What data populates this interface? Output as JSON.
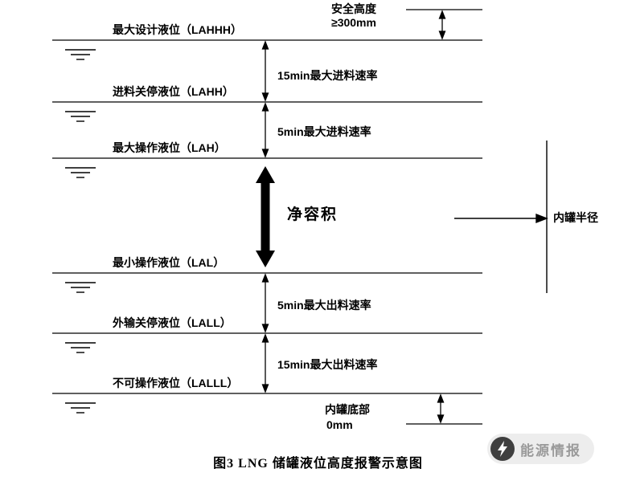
{
  "diagram": {
    "safety": {
      "label": "安全高度",
      "value": "≥300mm"
    },
    "levels": [
      {
        "label": "最大设计液位（LAHHH）"
      },
      {
        "label": "进料关停液位（LAHH）"
      },
      {
        "label": "最大操作液位（LAH）"
      },
      {
        "label": "最小操作液位（LAL）"
      },
      {
        "label": "外输关停液位（LALL）"
      },
      {
        "label": "不可操作液位（LALLL）"
      }
    ],
    "intervals": {
      "in15": "15min最大进料速率",
      "in5": "5min最大进料速率",
      "net_volume": "净容积",
      "out5": "5min最大出料速率",
      "out15": "15min最大出料速率"
    },
    "radius_label": "内罐半径",
    "bottom": {
      "label": "内罐底部",
      "value": "0mm"
    }
  },
  "caption": "图3  LNG 储罐液位高度报警示意图",
  "watermark": {
    "text": "能源情报"
  }
}
